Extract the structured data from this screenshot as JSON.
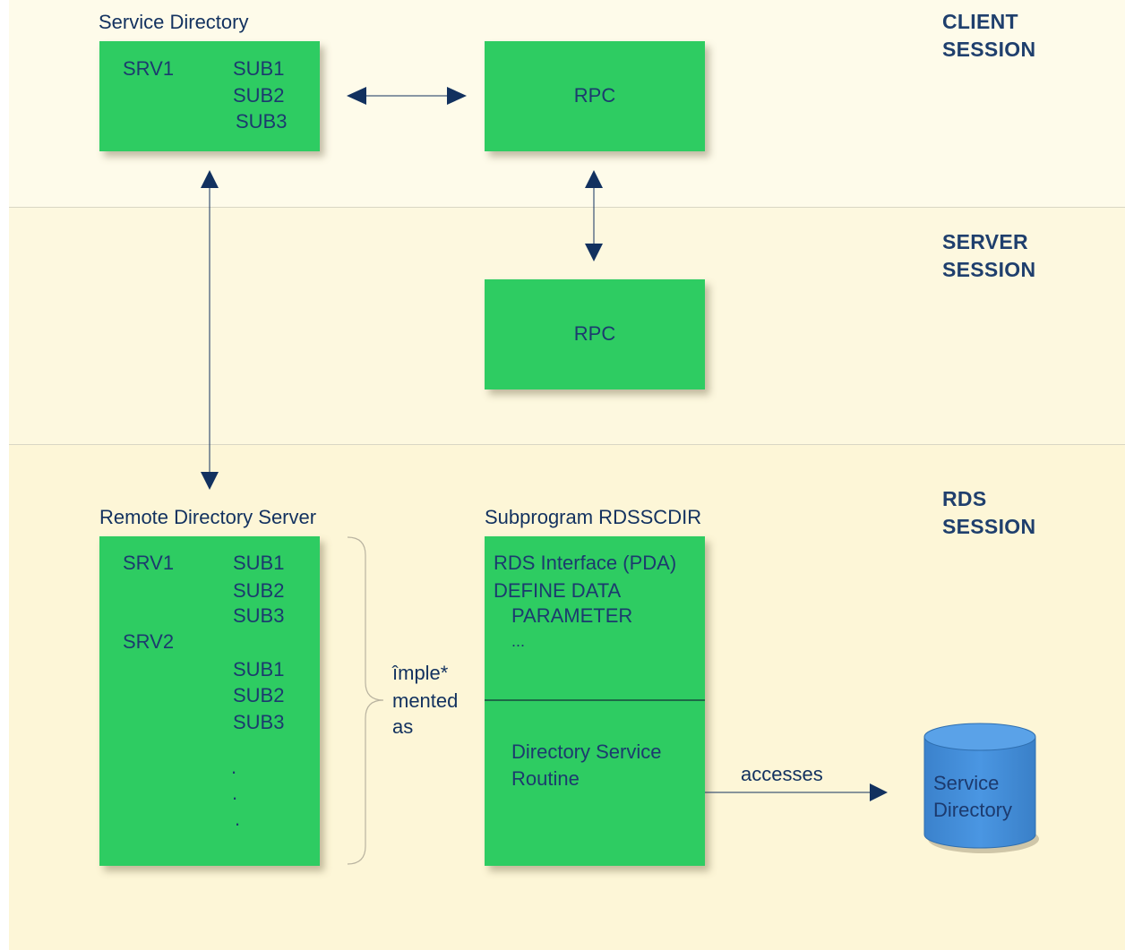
{
  "sessions": {
    "client": [
      "CLIENT",
      "SESSION"
    ],
    "server": [
      "SERVER",
      "SESSION"
    ],
    "rds": [
      "RDS",
      "SESSION"
    ]
  },
  "client_dir": {
    "caption": "Service Directory",
    "server": "SRV1",
    "subs": [
      "SUB1",
      "SUB2",
      "SUB3"
    ]
  },
  "client_rpc": {
    "label": "RPC"
  },
  "server_rpc": {
    "label": "RPC"
  },
  "rds_server": {
    "caption": "Remote Directory Server",
    "srv1": "SRV1",
    "srv1_subs": [
      "SUB1",
      "SUB2",
      "SUB3"
    ],
    "srv2": "SRV2",
    "srv2_subs": [
      "SUB1",
      "SUB2",
      "SUB3"
    ],
    "ellipsis": [
      ".",
      ".",
      "."
    ]
  },
  "brace_note": [
    "împle*",
    "mented",
    "as"
  ],
  "subprogram": {
    "caption": "Subprogram RDSSCDIR",
    "interface_lines": [
      "RDS Interface (PDA)",
      "DEFINE DATA",
      "PARAMETER",
      "..."
    ],
    "routine_lines": [
      "Directory Service",
      "Routine"
    ]
  },
  "accesses_label": "accesses",
  "database": {
    "lines": [
      "Service",
      "Directory"
    ]
  },
  "colors": {
    "box_fill": "#2ecc62",
    "text": "#1c3a6e",
    "database_fill": "#3d8fdc",
    "arrow": "#12315f"
  }
}
